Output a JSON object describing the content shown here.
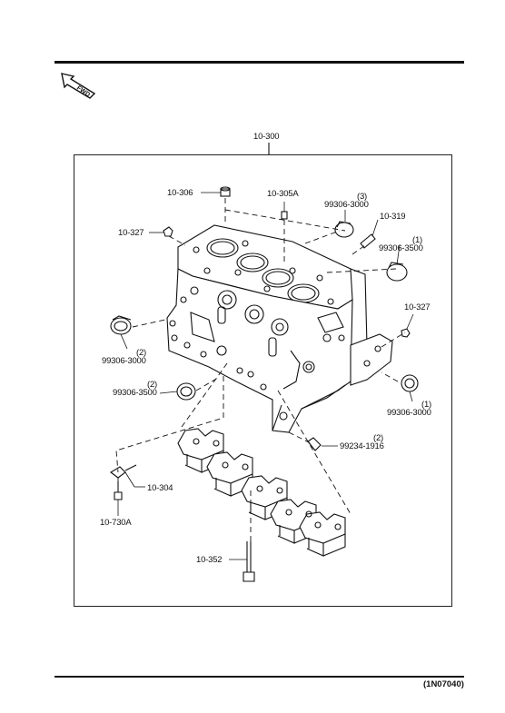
{
  "header": {
    "fwd_label": "FWD"
  },
  "assembly": {
    "id": "10-300"
  },
  "labels": {
    "p10_306": "10-306",
    "p10_305a": "10-305A",
    "p10_327_top": "10-327",
    "p10_319": "10-319",
    "p10_327_right": "10-327",
    "p10_304": "10-304",
    "p10_730a": "10-730A",
    "p10_352": "10-352",
    "p99306_3000_top_qty": "(3)",
    "p99306_3000_top": "99306-3000",
    "p99306_3500_right_qty": "(1)",
    "p99306_3500_right": "99306-3500",
    "p99306_3000_left_qty": "(2)",
    "p99306_3000_left": "99306-3000",
    "p99306_3500_left_qty": "(2)",
    "p99306_3500_left": "99306-3500",
    "p99306_3000_right_qty": "(1)",
    "p99306_3000_right": "99306-3000",
    "p99234_1916_qty": "(2)",
    "p99234_1916": "99234-1916"
  },
  "footer": {
    "doc_id": "(1N07040)"
  }
}
